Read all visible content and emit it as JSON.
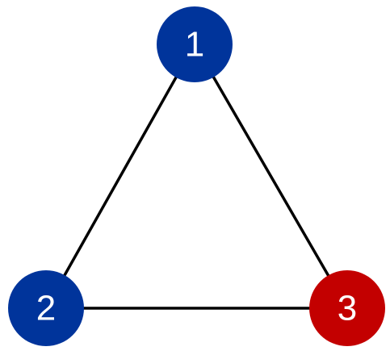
{
  "graph": {
    "nodes": [
      {
        "id": "1",
        "label": "1",
        "color": "#00349b"
      },
      {
        "id": "2",
        "label": "2",
        "color": "#00349b"
      },
      {
        "id": "3",
        "label": "3",
        "color": "#c30000"
      }
    ],
    "edges": [
      {
        "from": "1",
        "to": "2"
      },
      {
        "from": "1",
        "to": "3"
      },
      {
        "from": "2",
        "to": "3"
      }
    ]
  }
}
